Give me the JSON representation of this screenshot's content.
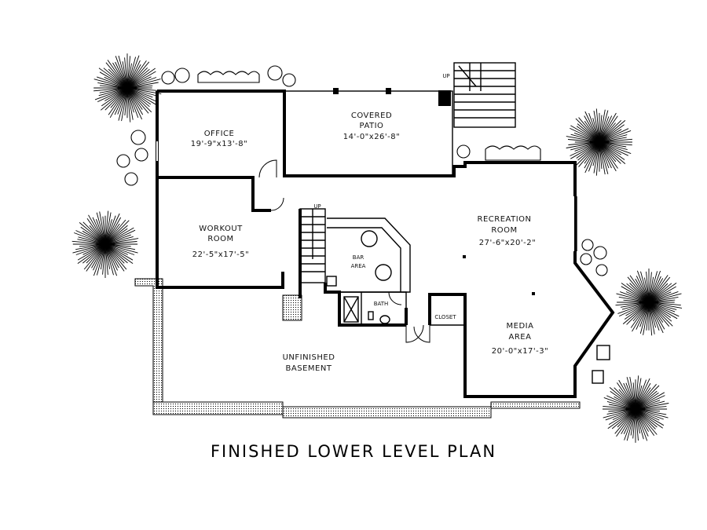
{
  "title": "FINISHED LOWER LEVEL PLAN",
  "rooms": {
    "office": {
      "name": "OFFICE",
      "dims": "19'-9\"x13'-8\""
    },
    "covered_patio": {
      "name_line1": "COVERED",
      "name_line2": "PATIO",
      "dims": "14'-0\"x26'-8\""
    },
    "workout": {
      "name_line1": "WORKOUT",
      "name_line2": "ROOM",
      "dims": "22'-5\"x17'-5\""
    },
    "bar": {
      "name_line1": "BAR",
      "name_line2": "AREA"
    },
    "recreation": {
      "name_line1": "RECREATION",
      "name_line2": "ROOM",
      "dims": "27'-6\"x20'-2\""
    },
    "bath": {
      "name": "BATH"
    },
    "closet": {
      "name": "CLOSET"
    },
    "media": {
      "name_line1": "MEDIA",
      "name_line2": "AREA",
      "dims": "20'-0\"x17'-3\""
    },
    "basement": {
      "name_line1": "UNFINISHED",
      "name_line2": "BASEMENT"
    }
  },
  "stairs": {
    "up_label_patio": "UP",
    "up_label_interior": "UP"
  }
}
